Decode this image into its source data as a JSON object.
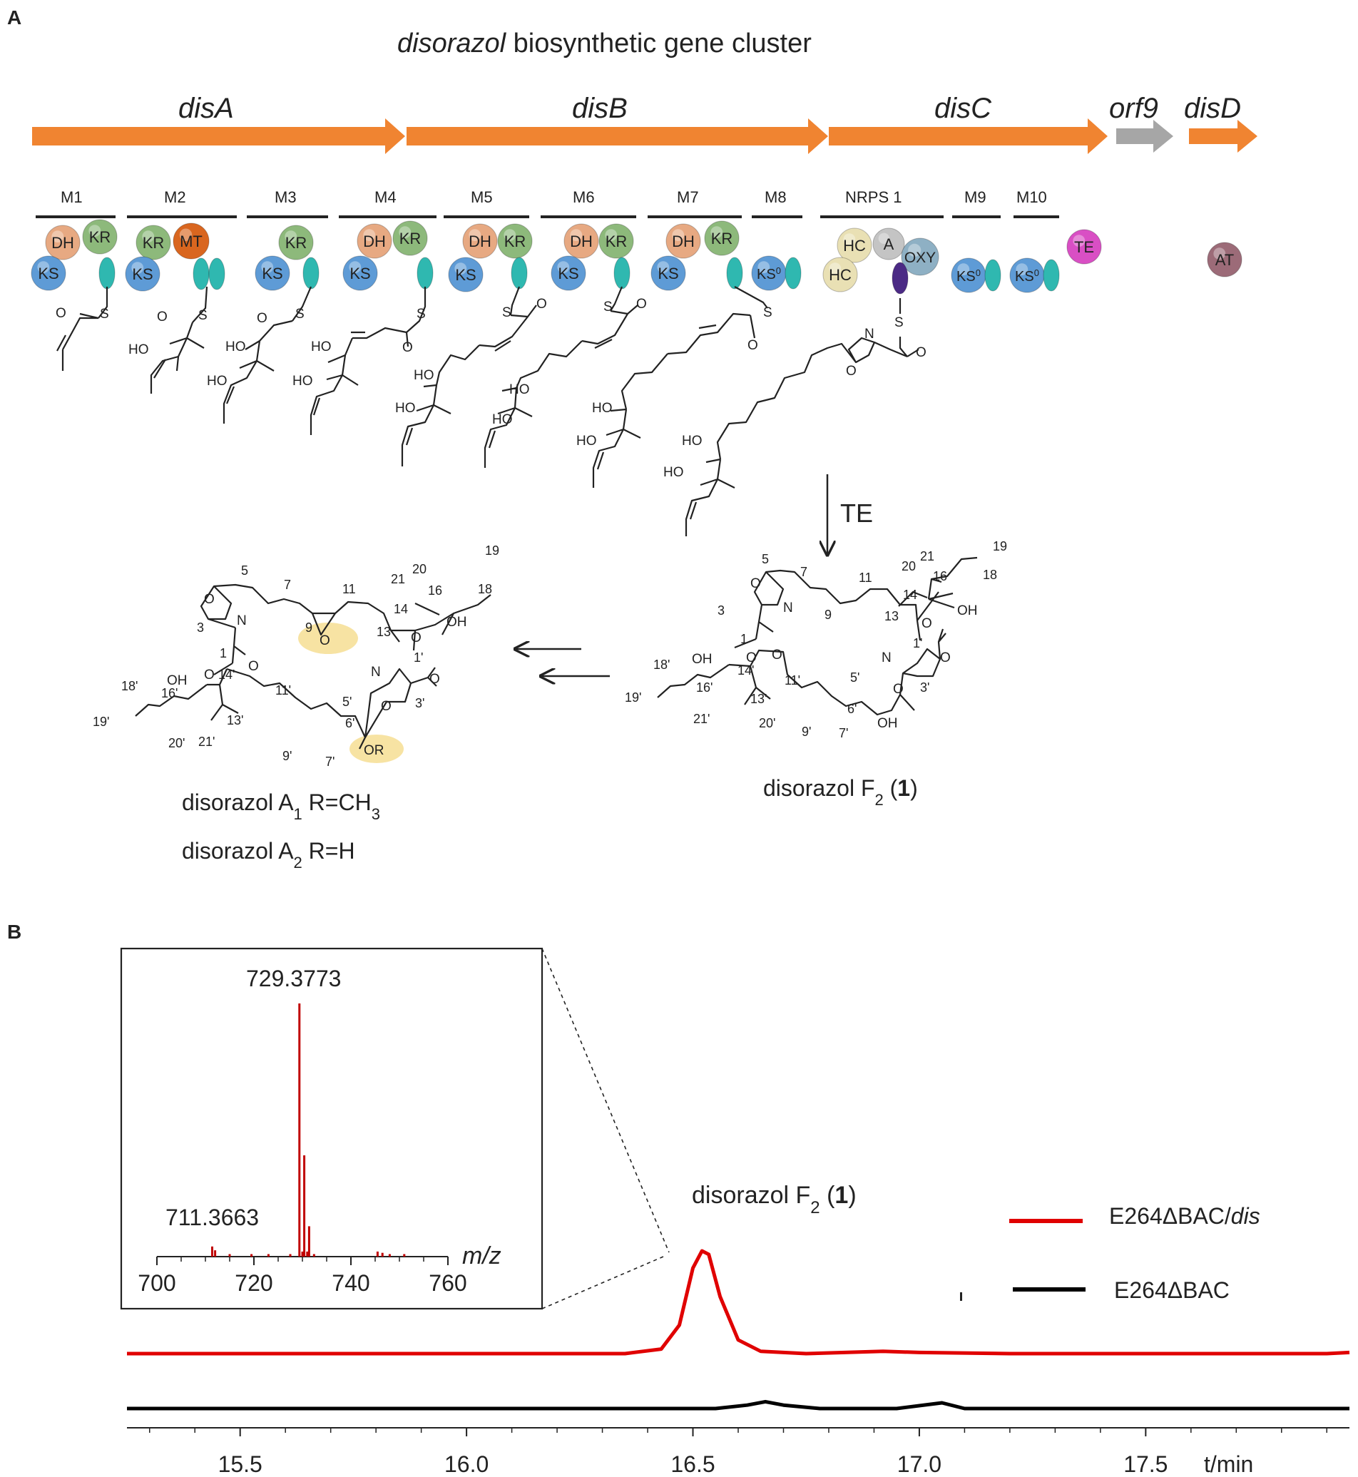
{
  "panels": {
    "a": "A",
    "b": "B"
  },
  "cluster_title": {
    "italic": "disorazol",
    "rest": " biosynthetic gene cluster"
  },
  "genes": [
    {
      "name": "disA",
      "color": "#F08431"
    },
    {
      "name": "disB",
      "color": "#F08431"
    },
    {
      "name": "disC",
      "color": "#F08431"
    },
    {
      "name": "orf9",
      "color": "#A6A6A6"
    },
    {
      "name": "disD",
      "color": "#F08431"
    }
  ],
  "modules": [
    "M1",
    "M2",
    "M3",
    "M4",
    "M5",
    "M6",
    "M7",
    "M8",
    "NRPS 1",
    "M9",
    "M10"
  ],
  "domains": {
    "KS": "KS",
    "DH": "DH",
    "KR": "KR",
    "MT": "MT",
    "KS0": "KS",
    "zero": "0",
    "HC": "HC",
    "A": "A",
    "OXY": "OXY",
    "TE": "TE",
    "AT": "AT"
  },
  "domain_colors": {
    "KS": "#5E9BD6",
    "DH": "#E7A982",
    "KR": "#8DB97B",
    "MT": "#D9661F",
    "ACP": "#2FB8B0",
    "PCP": "#4B2A85",
    "HC": "#E9E0B4",
    "A": "#C4C4C4",
    "OXY": "#8EB0C4",
    "TE": "#D94FC4",
    "AT": "#9C6B78",
    "highlight": "#F7E3A3"
  },
  "chem": {
    "S": "S",
    "O": "O",
    "N": "N",
    "HO": "HO",
    "OH": "OH",
    "OR": "OR",
    "te": "TE",
    "f2_label_a": "disorazol F",
    "f2_sub": "2",
    "f2_label_b": " (",
    "f2_num": "1",
    "f2_label_c": ")",
    "a1_label_a": "disorazol A",
    "a1_sub": "1",
    "a1_label_b": " R=CH",
    "a1_sub2": "3",
    "a2_label_a": "disorazol A",
    "a2_sub": "2",
    "a2_label_b": " R=H"
  },
  "f2_numbers": [
    "5",
    "7",
    "11",
    "3",
    "9",
    "13",
    "14",
    "16",
    "20",
    "21",
    "19",
    "18",
    "1",
    "1'",
    "5'",
    "3'",
    "6'",
    "7'",
    "9'",
    "11'",
    "13'",
    "14'",
    "16'",
    "18'",
    "19'",
    "20'",
    "21'"
  ],
  "a_numbers": [
    "5",
    "7",
    "11",
    "9",
    "3",
    "1",
    "13",
    "14",
    "16",
    "21",
    "20",
    "19",
    "18",
    "1'",
    "5'",
    "3'",
    "6'",
    "7'",
    "9'",
    "11'",
    "13'",
    "14'",
    "16'",
    "18'",
    "19'",
    "20'",
    "21'"
  ],
  "chart_data": {
    "type": "line",
    "xlabel": "t/min",
    "xlim": [
      15.25,
      17.95
    ],
    "xticks": [
      "15.5",
      "16.0",
      "16.5",
      "17.0",
      "17.5"
    ],
    "xtick_values": [
      15.5,
      16.0,
      16.5,
      17.0,
      17.5
    ],
    "series": [
      {
        "name_a": "E264ΔBAC/",
        "name_b": "dis",
        "color": "#E00000",
        "x": [
          15.25,
          15.6,
          16.0,
          16.35,
          16.43,
          16.47,
          16.5,
          16.52,
          16.535,
          16.56,
          16.6,
          16.65,
          16.75,
          16.92,
          17.0,
          17.2,
          17.5,
          17.9,
          17.95
        ],
        "y": [
          0.1,
          0.1,
          0.1,
          0.1,
          0.14,
          0.35,
          0.85,
          1.0,
          0.97,
          0.6,
          0.22,
          0.12,
          0.1,
          0.12,
          0.11,
          0.1,
          0.1,
          0.1,
          0.11
        ]
      },
      {
        "name": "E264ΔBAC",
        "color": "#000000",
        "x": [
          15.25,
          15.8,
          16.2,
          16.55,
          16.62,
          16.66,
          16.7,
          16.78,
          16.95,
          17.05,
          17.1,
          17.3,
          17.6,
          17.95
        ],
        "y": [
          0.0,
          0.0,
          0.0,
          0.0,
          0.03,
          0.06,
          0.03,
          0.0,
          0.0,
          0.05,
          0.0,
          0.0,
          0.0,
          0.0
        ]
      }
    ],
    "annotation": {
      "a": "disorazol F",
      "sub": "2",
      "b": " (",
      "num": "1",
      "c": ")"
    },
    "inset": {
      "type": "bar",
      "xlabel": "m/z",
      "xlim": [
        700,
        760
      ],
      "xticks": [
        "700",
        "720",
        "740",
        "760"
      ],
      "xtick_values": [
        700,
        720,
        740,
        760
      ],
      "peak_labels": [
        "729.3773",
        "711.3663"
      ],
      "color": "#C00000",
      "x": [
        711.4,
        712.0,
        715.0,
        719.5,
        723.0,
        727.5,
        729.38,
        730.0,
        730.38,
        731.0,
        731.38,
        732.4,
        745.5,
        746.5,
        748.0,
        751.0
      ],
      "y": [
        0.04,
        0.025,
        0.01,
        0.01,
        0.01,
        0.01,
        1.0,
        0.02,
        0.4,
        0.02,
        0.12,
        0.01,
        0.02,
        0.015,
        0.01,
        0.01
      ]
    }
  }
}
